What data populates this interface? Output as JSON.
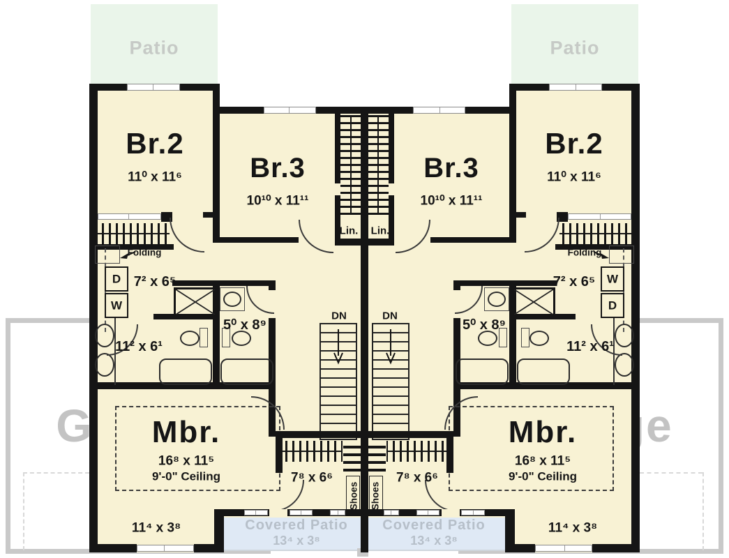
{
  "plan": {
    "patios": {
      "left": "Patio",
      "right": "Patio"
    },
    "lower_floor_watermark": {
      "left": "Garage",
      "right": "Garage"
    },
    "covered_patios": {
      "left": {
        "name": "Covered Patio",
        "dim": "13⁴ x 3⁸"
      },
      "right": {
        "name": "Covered Patio",
        "dim": "13⁴ x 3⁸"
      }
    },
    "units": {
      "left": {
        "br2": {
          "name": "Br.2",
          "dim": "11⁰ x 11⁶"
        },
        "br3": {
          "name": "Br.3",
          "dim": "10¹⁰ x 11¹¹"
        },
        "linen": "Lin.",
        "laundry": {
          "folding": "Folding",
          "dryer": "D",
          "washer": "W",
          "dim": "7² x 6⁵"
        },
        "hall_bath": {
          "dim": "5⁰ x 8⁹"
        },
        "master_bath": {
          "dim": "11² x 6¹"
        },
        "stairs": {
          "direction": "DN"
        },
        "master_bedroom": {
          "name": "Mbr.",
          "dim": "16⁸ x 11⁵",
          "ceiling": "9'-0\" Ceiling"
        },
        "closet": {
          "dim": "7⁸ x 6⁶",
          "shoes": "Shoes"
        },
        "nook_dim": "11⁴ x 3⁸"
      },
      "right": {
        "br2": {
          "name": "Br.2",
          "dim": "11⁰ x 11⁶"
        },
        "br3": {
          "name": "Br.3",
          "dim": "10¹⁰ x 11¹¹"
        },
        "linen": "Lin.",
        "laundry": {
          "folding": "Folding",
          "dryer": "D",
          "washer": "W",
          "dim": "7² x 6⁵"
        },
        "hall_bath": {
          "dim": "5⁰ x 8⁹"
        },
        "master_bath": {
          "dim": "11² x 6¹"
        },
        "stairs": {
          "direction": "DN"
        },
        "master_bedroom": {
          "name": "Mbr.",
          "dim": "16⁸ x 11⁵",
          "ceiling": "9'-0\" Ceiling"
        },
        "closet": {
          "dim": "7⁸ x 6⁶",
          "shoes": "Shoes"
        },
        "nook_dim": "11⁴ x 3⁸"
      }
    },
    "colors": {
      "floor": "#f8f2d4",
      "wall": "#151515",
      "patio_green": "#eaf5ea",
      "covered_patio_blue": "#dfe9f5",
      "watermark_gray": "#c3c3c3"
    }
  }
}
